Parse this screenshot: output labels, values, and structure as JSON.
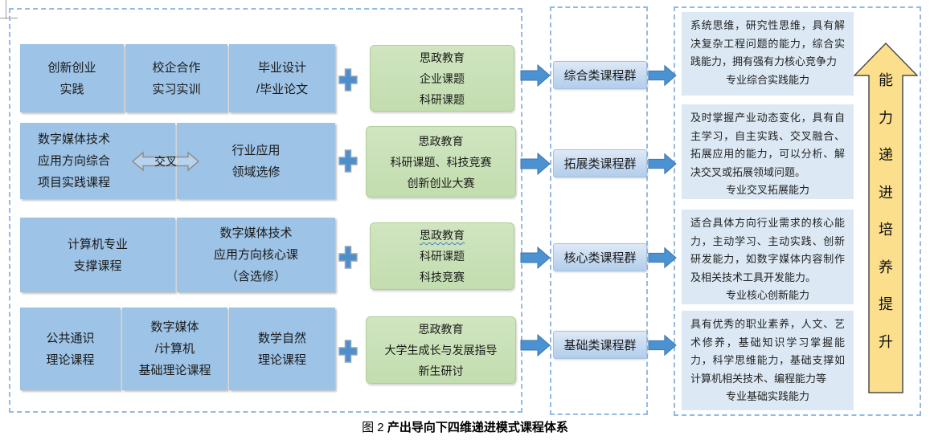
{
  "caption": {
    "prefix": "图 2",
    "title": "产出导向下四维递进模式课程体系"
  },
  "colors": {
    "course_box": "#9DC3E6",
    "supplement_box": "#C6E0B4",
    "group_label": "#BDD7EE",
    "ability_box": "#DCE9F5",
    "arrow_blue": "#4B90D2",
    "progress_arrow_fill": "#FBDF8D",
    "dashed_border": "#94BBDF"
  },
  "cross_arrow": {
    "label": "交叉"
  },
  "vertical_arrow": {
    "text": "能力递进培养提升",
    "chars": [
      "能",
      "力",
      "递",
      "进",
      "培",
      "养",
      "提",
      "升"
    ]
  },
  "rows": [
    {
      "cells": [
        {
          "lines": [
            "创新创业",
            "实践"
          ]
        },
        {
          "lines": [
            "校企合作",
            "实习实训"
          ]
        },
        {
          "lines": [
            "毕业设计",
            "/毕业论文"
          ]
        }
      ],
      "supplement": {
        "lines": [
          "思政教育",
          "企业课题",
          "科研课题"
        ]
      },
      "group": "综合类课程群",
      "ability_body": "系统思维，研究性思维，具有解决复杂工程问题的能力，综合实践能力，拥有强有力核心竞争力",
      "ability_tag": "专业综合实践能力"
    },
    {
      "cells": [
        {
          "lines": [
            "数字媒体技术",
            "应用方向综合",
            "项目实践课程"
          ]
        },
        {
          "lines": [
            "行业应用",
            "领域选修"
          ]
        }
      ],
      "supplement": {
        "lines": [
          "思政教育",
          "科研课题、科技竞赛",
          "创新创业大赛"
        ]
      },
      "group": "拓展类课程群",
      "ability_body": "及时掌握产业动态变化，具有自主学习，自主实践、交叉融合、拓展应用的能力，可以分析、解决交叉或拓展领域问题。",
      "ability_tag": "专业交叉拓展能力"
    },
    {
      "cells": [
        {
          "lines": [
            "计算机专业",
            "支撑课程"
          ]
        },
        {
          "lines": [
            "数字媒体技术",
            "应用方向核心课",
            "（含选修）"
          ]
        }
      ],
      "supplement": {
        "lines": [
          "思政教育",
          "科研课题",
          "科技竞赛"
        ]
      },
      "group": "核心类课程群",
      "ability_body": "适合具体方向行业需求的核心能力，主动学习、主动实践、创新研发能力，如数字媒体内容制作及相关技术工具开发能力。",
      "ability_tag": "专业核心创新能力"
    },
    {
      "cells": [
        {
          "lines": [
            "公共通识",
            "理论课程"
          ]
        },
        {
          "lines": [
            "数字媒体",
            "/计算机",
            "基础理论课程"
          ]
        },
        {
          "lines": [
            "数学自然",
            "理论课程"
          ]
        }
      ],
      "supplement": {
        "lines": [
          "思政教育",
          "大学生成长与发展指导",
          "新生研讨"
        ]
      },
      "group": "基础类课程群",
      "ability_body": "具有优秀的职业素养，人文、艺术修养，基础知识学习掌握能力，科学思维能力，基础支撑如计算机相关技术、编程能力等",
      "ability_tag": "专业基础实践能力"
    }
  ]
}
